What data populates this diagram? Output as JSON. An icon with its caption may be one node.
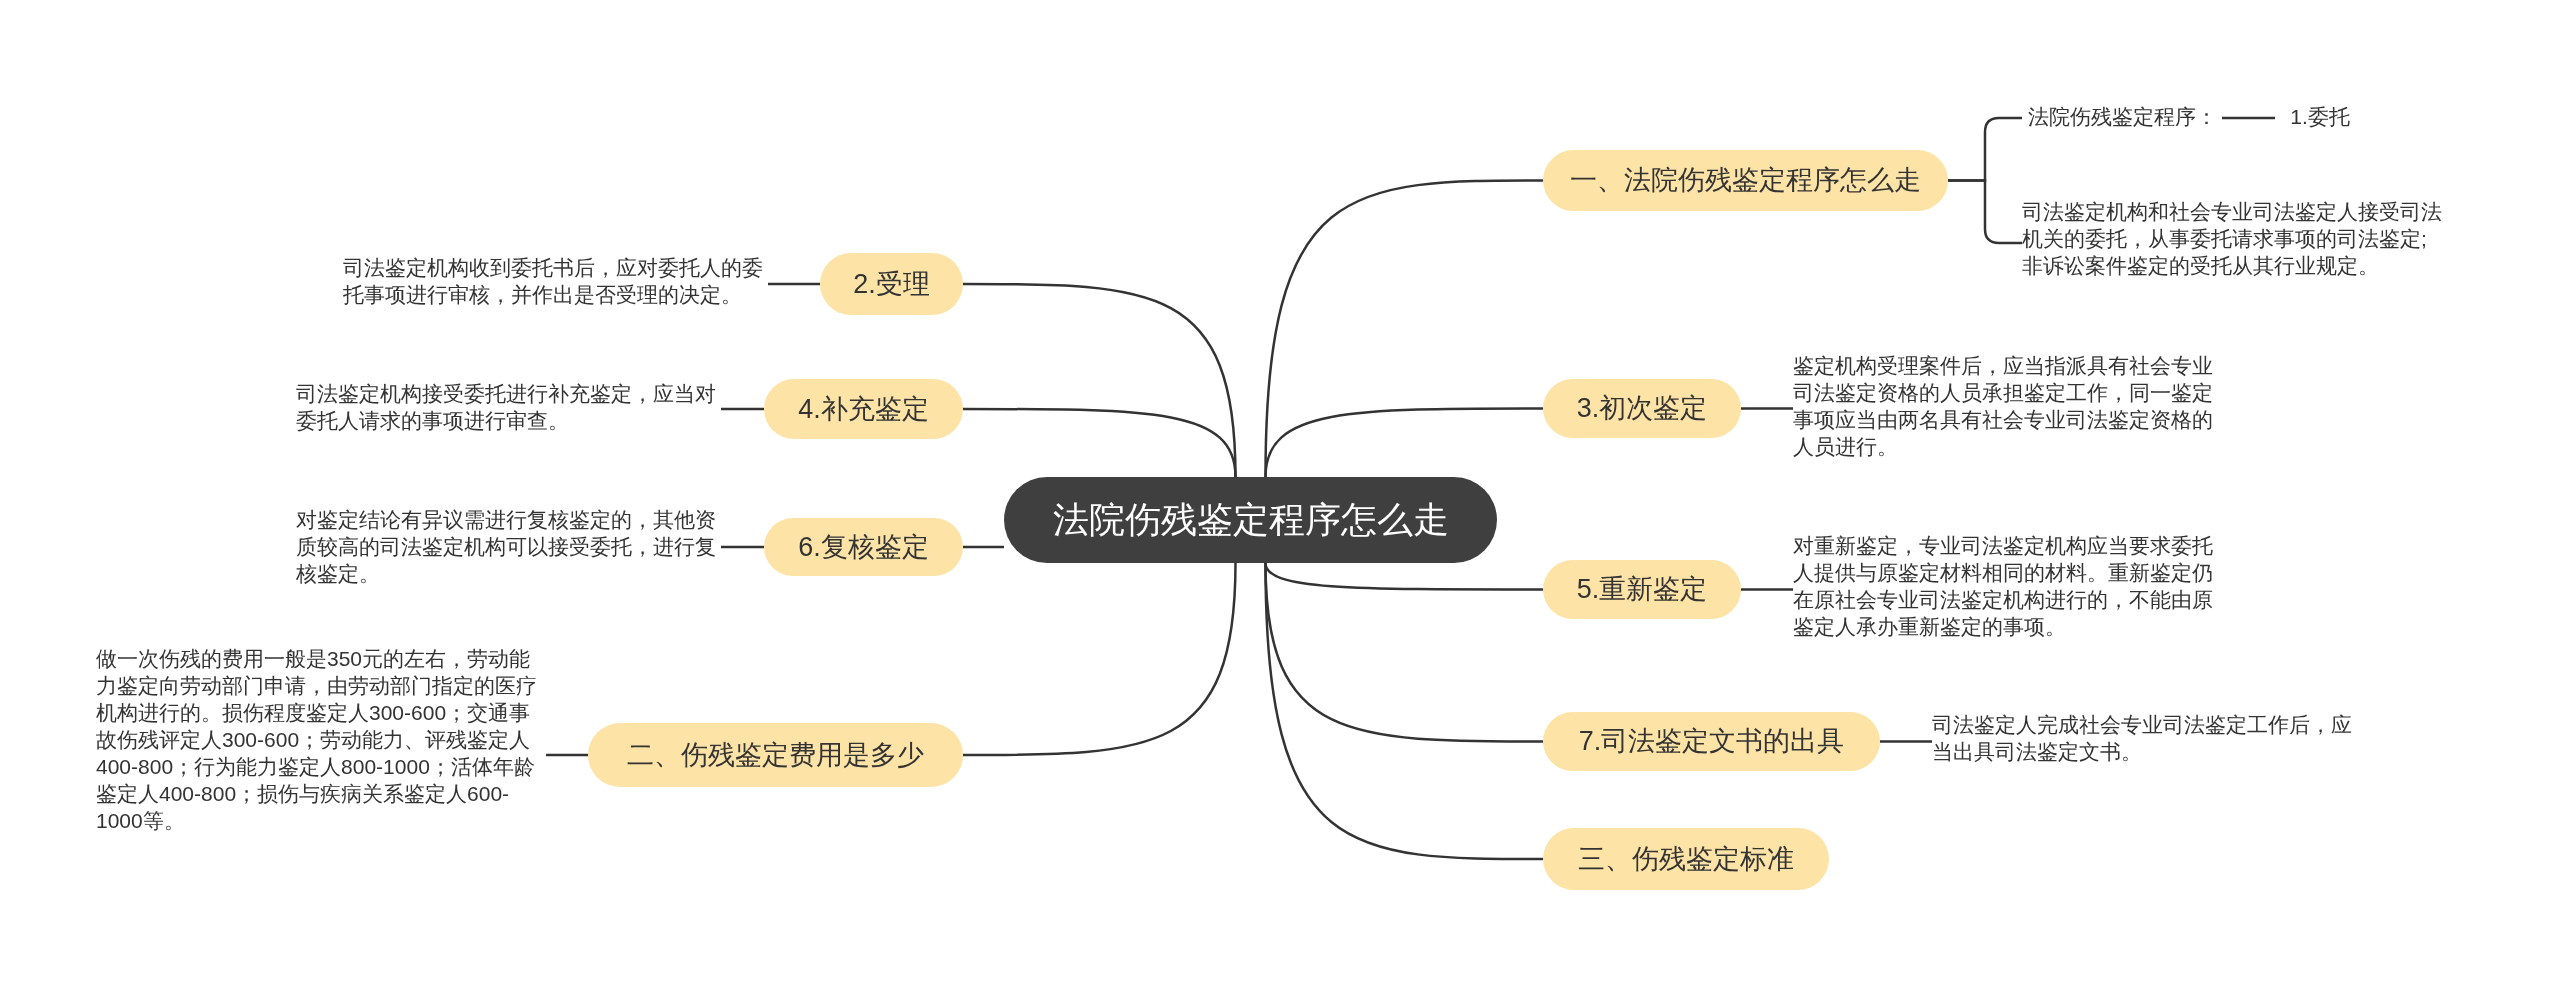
{
  "diagram": {
    "nodes": [
      {
        "text": [
          "法院伤残鉴定程序怎么走"
        ]
      },
      {
        "text": [
          "一、法院伤残鉴定程序怎么走"
        ]
      },
      {
        "text": [
          "法院伤残鉴定程序："
        ]
      },
      {
        "text": [
          "1.委托"
        ]
      },
      {
        "text": [
          "司法鉴定机构和社会专业司法鉴定人接受司法机关的委托，从事委托请求事项的司法鉴定;非诉讼案件鉴定的受托从其行业规定。"
        ]
      },
      {
        "text": [
          "3.初次鉴定"
        ]
      },
      {
        "text": [
          "鉴定机构受理案件后，应当指派具有社会专业司法鉴定资格的人员承担鉴定工作，同一鉴定事项应当由两名具有社会专业司法鉴定资格的人员进行。"
        ]
      },
      {
        "text": [
          "5.重新鉴定"
        ]
      },
      {
        "text": [
          "对重新鉴定，专业司法鉴定机构应当要求委托人提供与原鉴定材料相同的材料。重新鉴定仍在原社会专业司法鉴定机构进行的，不能由原鉴定人承办重新鉴定的事项。"
        ]
      },
      {
        "text": [
          "7.司法鉴定文书的出具"
        ]
      },
      {
        "text": [
          "司法鉴定人完成社会专业司法鉴定工作后，应当出具司法鉴定文书。"
        ]
      },
      {
        "text": [
          "三、伤残鉴定标准"
        ]
      },
      {
        "text": [
          "2.受理"
        ]
      },
      {
        "text": [
          "司法鉴定机构收到委托书后，应对委托人的委托事项进行审核，并作出是否受理的决定。"
        ]
      },
      {
        "text": [
          "4.补充鉴定"
        ]
      },
      {
        "text": [
          "司法鉴定机构接受委托进行补充鉴定，应当对委托人请求的事项进行审查。"
        ]
      },
      {
        "text": [
          "6.复核鉴定"
        ]
      },
      {
        "text": [
          "对鉴定结论有异议需进行复核鉴定的，其他资质较高的司法鉴定机构可以接受委托，进行复核鉴定。"
        ]
      },
      {
        "text": [
          "二、伤残鉴定费用是多少"
        ]
      },
      {
        "text": [
          "做一次伤残的费用一般是350元的左右，劳动能力鉴定向劳动部门申请，由劳动部门指定的医疗机构进行的。损伤程度鉴定人300-600；交通事故伤残评定人300-600；劳动能力、评残鉴定人400-800；行为能力鉴定人800-1000；活体年龄鉴定人400-800；损伤与疾病关系鉴定人600-1000等。"
        ]
      }
    ],
    "edges": [
      {
        "from": 0,
        "to": 1,
        "arrow": "none"
      },
      {
        "from": 1,
        "to": 2,
        "arrow": "none"
      },
      {
        "from": 2,
        "to": 3,
        "arrow": "none"
      },
      {
        "from": 1,
        "to": 4,
        "arrow": "none"
      },
      {
        "from": 0,
        "to": 5,
        "arrow": "none"
      },
      {
        "from": 5,
        "to": 6,
        "arrow": "none"
      },
      {
        "from": 0,
        "to": 7,
        "arrow": "none"
      },
      {
        "from": 7,
        "to": 8,
        "arrow": "none"
      },
      {
        "from": 0,
        "to": 9,
        "arrow": "none"
      },
      {
        "from": 9,
        "to": 10,
        "arrow": "none"
      },
      {
        "from": 0,
        "to": 11,
        "arrow": "none"
      },
      {
        "from": 0,
        "to": 12,
        "arrow": "none"
      },
      {
        "from": 12,
        "to": 13,
        "arrow": "none"
      },
      {
        "from": 0,
        "to": 14,
        "arrow": "none"
      },
      {
        "from": 14,
        "to": 15,
        "arrow": "none"
      },
      {
        "from": 0,
        "to": 16,
        "arrow": "none"
      },
      {
        "from": 16,
        "to": 17,
        "arrow": "none"
      },
      {
        "from": 0,
        "to": 18,
        "arrow": "none"
      },
      {
        "from": 18,
        "to": 19,
        "arrow": "none"
      }
    ]
  }
}
